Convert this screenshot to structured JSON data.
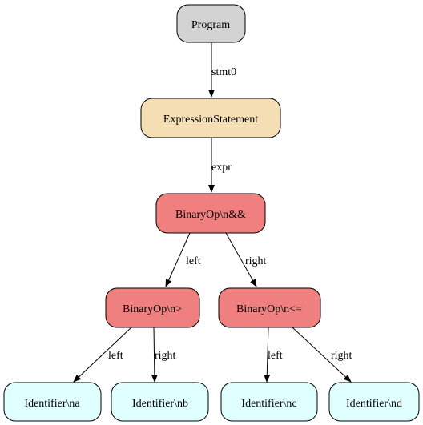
{
  "nodes": {
    "program": {
      "label": "Program",
      "fill": "#d3d3d3"
    },
    "expr_stmt": {
      "label": "ExpressionStatement",
      "fill": "#f5deb3"
    },
    "binop_and": {
      "label": "BinaryOp\\n&&",
      "fill": "#f08080"
    },
    "binop_gt": {
      "label": "BinaryOp\\n>",
      "fill": "#f08080"
    },
    "binop_le": {
      "label": "BinaryOp\\n<=",
      "fill": "#f08080"
    },
    "ident_a": {
      "label": "Identifier\\na",
      "fill": "#e0ffff"
    },
    "ident_b": {
      "label": "Identifier\\nb",
      "fill": "#e0ffff"
    },
    "ident_c": {
      "label": "Identifier\\nc",
      "fill": "#e0ffff"
    },
    "ident_d": {
      "label": "Identifier\\nd",
      "fill": "#e0ffff"
    }
  },
  "edges": {
    "stmt0": "stmt0",
    "expr": "expr",
    "and_left": "left",
    "and_right": "right",
    "gt_left": "left",
    "gt_right": "right",
    "le_left": "left",
    "le_right": "right"
  }
}
